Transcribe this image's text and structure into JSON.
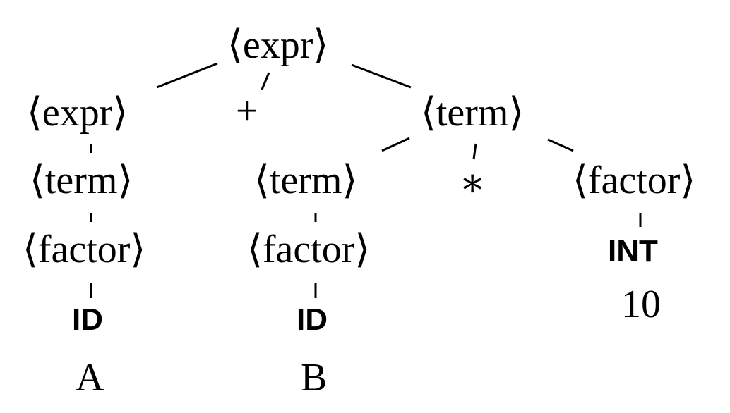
{
  "tree": {
    "root": "⟨expr⟩",
    "l1_expr": "⟨expr⟩",
    "l1_plus": "+",
    "l1_term": "⟨term⟩",
    "l2_term_left": "⟨term⟩",
    "l2_term_mid": "⟨term⟩",
    "l2_star": "∗",
    "l2_factor_right": "⟨factor⟩",
    "l3_factor_left": "⟨factor⟩",
    "l3_factor_mid": "⟨factor⟩",
    "l3_int": "INT",
    "l4_id_left": "ID",
    "l4_id_mid": "ID",
    "l4_int_value": "10",
    "l5_lexeme_a": "A",
    "l5_lexeme_b": "B"
  }
}
